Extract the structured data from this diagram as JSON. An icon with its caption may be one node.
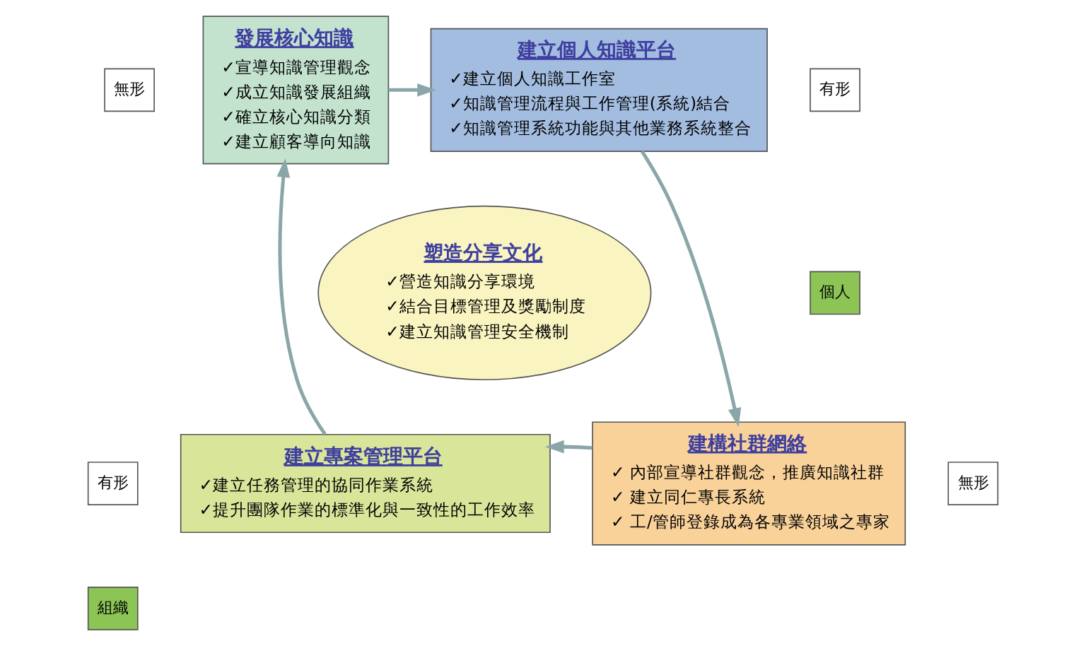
{
  "diagram": {
    "nodes": [
      {
        "text": [
          "發展核心知識",
          "✓宣導知識管理觀念",
          "✓成立知識發展組織",
          "✓確立核心知識分類",
          "✓建立顧客導向知識"
        ]
      },
      {
        "text": [
          "建立個人知識平台",
          "✓建立個人知識工作室",
          "✓知識管理流程與工作管理(系統)結合",
          "✓知識管理系統功能與其他業務系統整合"
        ]
      },
      {
        "text": [
          "建構社群網絡",
          "✓ 內部宣導社群觀念，推廣知識社群",
          "✓ 建立同仁專長系統",
          "✓ 工/管師登錄成為各專業領域之專家"
        ]
      },
      {
        "text": [
          "建立專案管理平台",
          "✓建立任務管理的協同作業系統",
          "✓提升團隊作業的標準化與一致性的工作效率"
        ]
      },
      {
        "text": [
          "塑造分享文化",
          "✓營造知識分享環境",
          "✓結合目標管理及獎勵制度",
          "✓建立知識管理安全機制"
        ]
      },
      {
        "text": [
          "無形"
        ]
      },
      {
        "text": [
          "有形"
        ]
      },
      {
        "text": [
          "個人"
        ]
      },
      {
        "text": [
          "有形"
        ]
      },
      {
        "text": [
          "組織"
        ]
      },
      {
        "text": [
          "無形"
        ]
      }
    ],
    "edges": [
      {
        "from": 0,
        "to": 1,
        "arrow": "to"
      },
      {
        "from": 1,
        "to": 2,
        "arrow": "to"
      },
      {
        "from": 2,
        "to": 3,
        "arrow": "to"
      },
      {
        "from": 3,
        "to": 0,
        "arrow": "to"
      }
    ]
  }
}
